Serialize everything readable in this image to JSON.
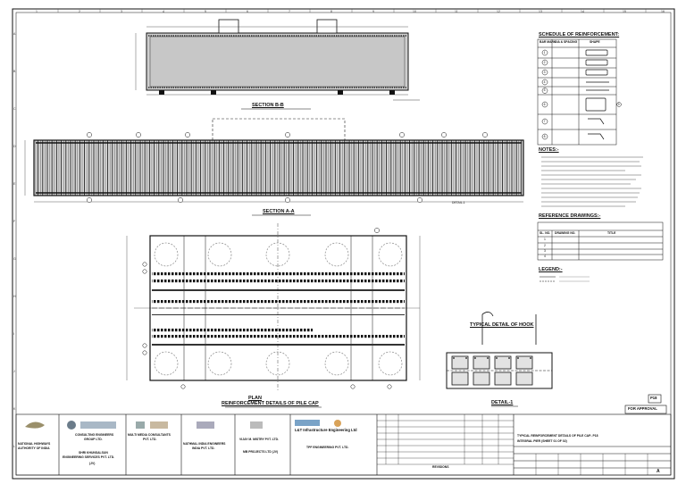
{
  "drawing": {
    "section_bb_title": "SECTION B-B",
    "section_aa_title": "SECTION A-A",
    "plan_title": "PLAN",
    "reinf_title": "REINFORCEMENT DETAILS OF PILE CAP",
    "hook_title": "TYPICAL DETAIL OF HOOK",
    "detail1_title": "DETAIL-1",
    "detail1_ref": "DETAIL-1"
  },
  "schedule": {
    "title": "SCHEDULE OF REINFORCEMENT:",
    "headers": [
      "BAR MARK",
      "DIA & SPACING",
      "SHAPE"
    ],
    "rows": [
      {
        "mark": "1",
        "dia": ""
      },
      {
        "mark": "2",
        "dia": ""
      },
      {
        "mark": "3",
        "dia": ""
      },
      {
        "mark": "4",
        "dia": ""
      },
      {
        "mark": "5",
        "dia": ""
      },
      {
        "mark": "6",
        "dia": ""
      },
      {
        "mark": "7",
        "dia": ""
      },
      {
        "mark": "8",
        "dia": ""
      },
      {
        "mark": "9",
        "dia": ""
      }
    ]
  },
  "notes": {
    "title": "NOTES:-"
  },
  "reference": {
    "title": "REFERENCE DRAWINGS:-",
    "headers": [
      "SL. NO.",
      "DRAWING NO.",
      "TITLE"
    ],
    "rows": [
      {
        "no": "1"
      },
      {
        "no": "2"
      },
      {
        "no": "3"
      },
      {
        "no": "4"
      }
    ]
  },
  "legend": {
    "title": "LEGEND:-"
  },
  "stamp": {
    "approval": "FOR APPROVAL",
    "code": "P18"
  },
  "titleblock": {
    "client_line1": "NATIONAL HIGHWAYS",
    "client_line2": "AUTHORITY OF INDIA",
    "consult1_line1": "CONSULTING ENGINEERS",
    "consult1_line2": "GROUP LTD.",
    "consult1_line3": "SHRI KHUNSALSUN",
    "consult1_line4": "ENGINEERING SERVICES PVT. LTD.",
    "consult1_line5": "(JV)",
    "consult2_line1": "MULTI MEDIA CONSULTANTS",
    "consult2_line2": "PVT. LTD.",
    "consult2_line3": "NATHMAL INDIA ENGINEERS",
    "consult2_line4": "INDIA PVT. LTD.",
    "contractor_line1": "VIJAY M. MISTRY PVT. LTD.",
    "contractor_line2": "MB PROJECTS LTD (JV)",
    "lt_name": "L&T Infrastructure Engineering Ltd",
    "tpf_line1": "TPF ENGINEERING PVT. LTD.",
    "revisions_label": "REVISIONS",
    "drawing_title_line1": "TYPICAL REINFORCEMENT DETAILS OF PILE CAP- P18",
    "drawing_title_line2": "INTEGRAL PIER (SHEET 01 OF 02)",
    "rev_letter": "A"
  },
  "grid": {
    "cols": [
      "1",
      "2",
      "3",
      "4",
      "5",
      "6",
      "7",
      "8",
      "9",
      "10",
      "11",
      "12",
      "13",
      "14",
      "15",
      "16"
    ],
    "rows": [
      "A",
      "B",
      "C",
      "D",
      "E",
      "F",
      "G",
      "H",
      "I",
      "J",
      "K",
      "L"
    ]
  }
}
